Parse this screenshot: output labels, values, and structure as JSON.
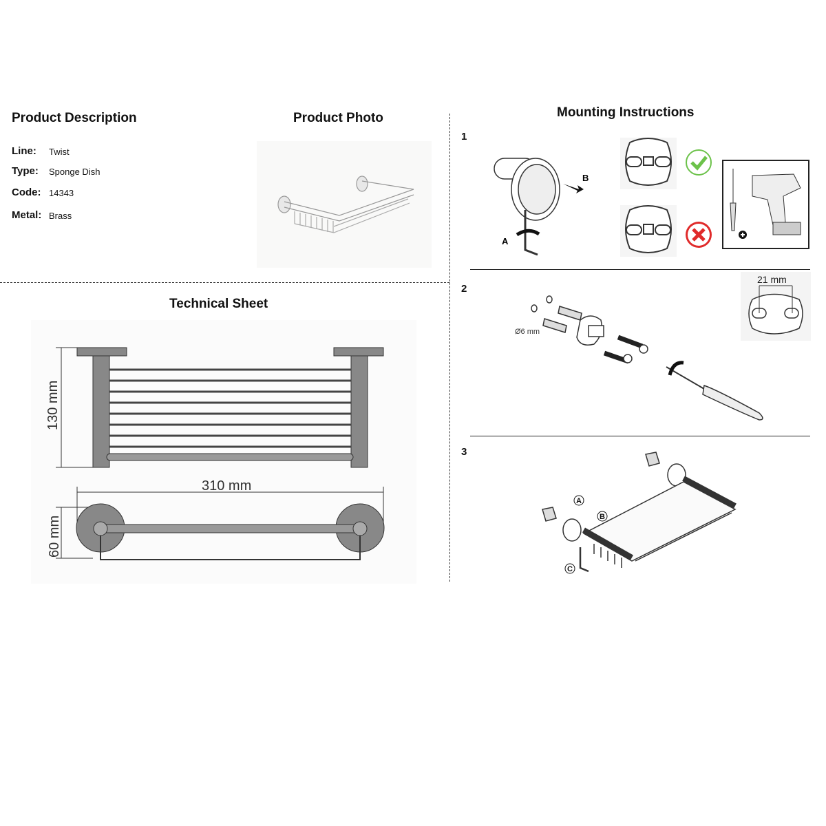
{
  "description": {
    "title": "Product Description",
    "fields": [
      {
        "label": "Line:",
        "value": "Twist"
      },
      {
        "label": "Type:",
        "value": "Sponge Dish"
      },
      {
        "label": "Code:",
        "value": "14343"
      },
      {
        "label": "Metal:",
        "value": "Brass"
      }
    ]
  },
  "photo": {
    "title": "Product Photo"
  },
  "technical": {
    "title": "Technical Sheet",
    "height_label": "130 mm",
    "width_label": "310 mm",
    "depth_label": "60 mm"
  },
  "mounting": {
    "title": "Mounting Instructions",
    "steps": [
      {
        "number": "1",
        "label_a": "A",
        "label_b": "B"
      },
      {
        "number": "2",
        "hole_label": "Ø6 mm",
        "spacing_label": "21 mm"
      },
      {
        "number": "3",
        "label_a": "A",
        "label_b": "B",
        "label_c": "C"
      }
    ]
  },
  "colors": {
    "check": "#6cc24a",
    "cross": "#e02a2a"
  }
}
